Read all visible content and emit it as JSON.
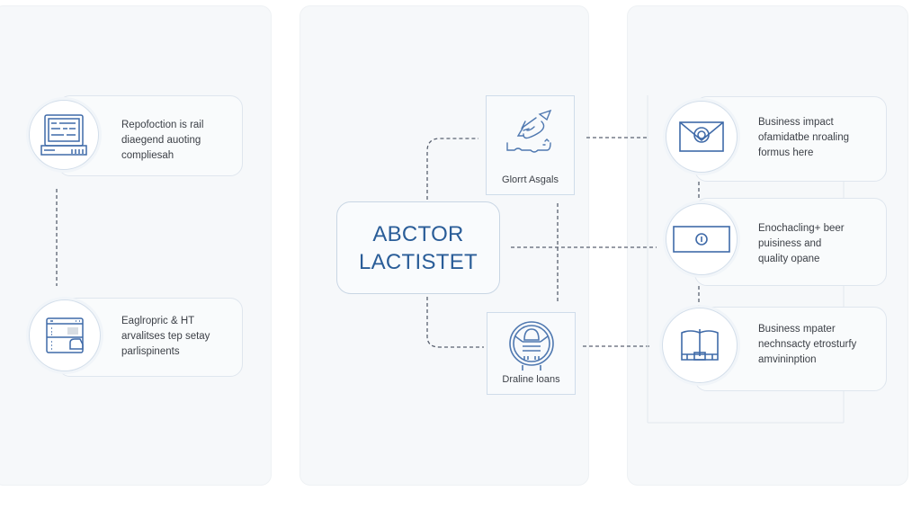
{
  "colors": {
    "accent": "#2a5d98",
    "icon_stroke": "#3f6aa8",
    "panel_bg": "#f6f8fa",
    "card_border": "#dfe6ee",
    "connector": "#5a6270"
  },
  "left_panel": {
    "items": [
      {
        "icon": "laptop-form-icon",
        "text": "Repofoction is rail\ndiaegend auoting\ncompliesah"
      },
      {
        "icon": "browser-window-icon",
        "text": "Eaglropric & HT\narvalitses tep setay\nparlispinents"
      }
    ]
  },
  "center_panel": {
    "main_node": {
      "line1": "ABCTOR",
      "line2": "LACTISTET"
    },
    "top_node": {
      "icon": "map-sketch-icon",
      "label": "Glorrt Asgals"
    },
    "bottom_node": {
      "icon": "robot-globe-icon",
      "label": "Draline loans"
    }
  },
  "right_panel": {
    "items": [
      {
        "icon": "envelope-badge-icon",
        "text": "Business impact\nofamidatbe nroaling\nformus here"
      },
      {
        "icon": "screen-coin-icon",
        "text": "Enochacling+ beer\npuisiness and\nquality opane"
      },
      {
        "icon": "open-book-icon",
        "text": "Business mpater\nnechnsacty etrosturfy\namvininption"
      }
    ]
  }
}
